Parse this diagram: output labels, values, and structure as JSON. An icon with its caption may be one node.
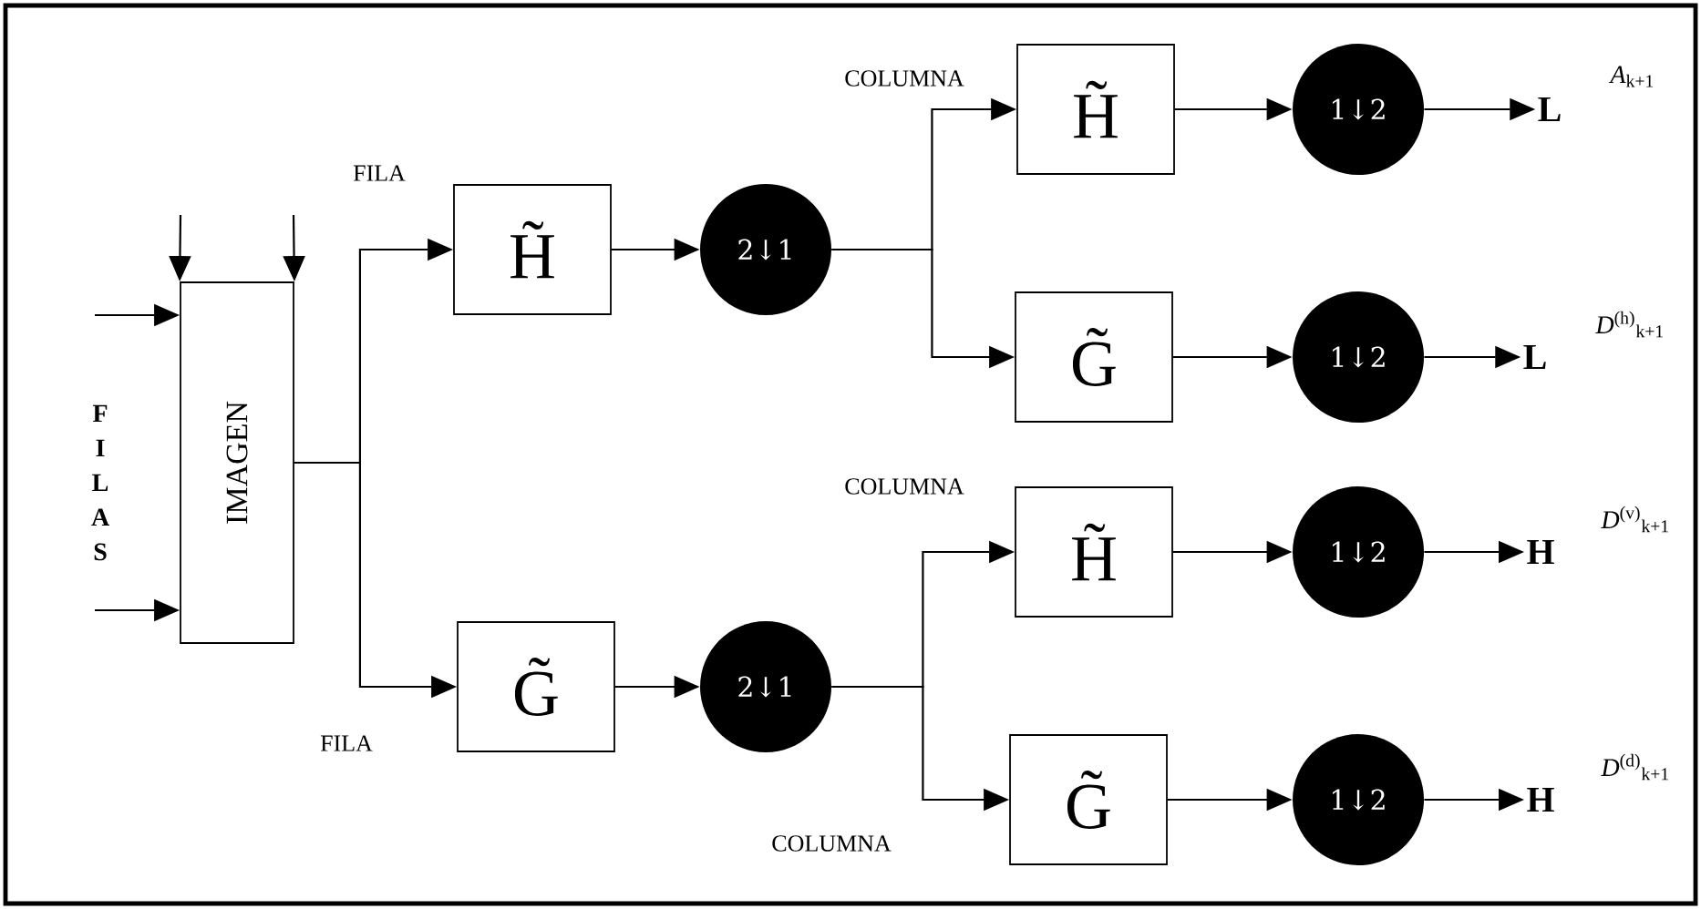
{
  "diagram": {
    "nodes": [
      {
        "text": [
          "IMAGEN"
        ]
      },
      {
        "text": [
          "H̃"
        ]
      },
      {
        "text": [
          "G̃"
        ]
      },
      {
        "text": [
          "2↓1"
        ]
      },
      {
        "text": [
          "2↓1"
        ]
      },
      {
        "text": [
          "H̃"
        ]
      },
      {
        "text": [
          "G̃"
        ]
      },
      {
        "text": [
          "H̃"
        ]
      },
      {
        "text": [
          "G̃"
        ]
      },
      {
        "text": [
          "1↓2"
        ]
      },
      {
        "text": [
          "1↓2"
        ]
      },
      {
        "text": [
          "1↓2"
        ]
      },
      {
        "text": [
          "1↓2"
        ]
      },
      {
        "text": [
          "L"
        ],
        "beside": [
          "*A*$_{k+1}$"
        ]
      },
      {
        "text": [
          "L"
        ],
        "beside": [
          "*D*$^{(h)}$$_{k+1}$"
        ]
      },
      {
        "text": [
          "H"
        ],
        "beside": [
          "*D*$^{(v)}$$_{k+1}$"
        ]
      },
      {
        "text": [
          "H"
        ],
        "beside": [
          "*D*$^{(d)}$$_{k+1}$"
        ]
      }
    ],
    "edges": [
      {
        "from": null,
        "to": 0,
        "arrow": "to"
      },
      {
        "from": null,
        "to": 0,
        "arrow": "to"
      },
      {
        "from": null,
        "to": 0,
        "arrow": "to"
      },
      {
        "from": null,
        "to": 0,
        "arrow": "to"
      },
      {
        "from": 0,
        "to": 1,
        "arrow": "to"
      },
      {
        "from": 0,
        "to": 2,
        "arrow": "to"
      },
      {
        "from": 1,
        "to": 3,
        "arrow": "to"
      },
      {
        "from": 2,
        "to": 4,
        "arrow": "to"
      },
      {
        "from": 3,
        "to": 5,
        "arrow": "to"
      },
      {
        "from": 3,
        "to": 6,
        "arrow": "to"
      },
      {
        "from": 4,
        "to": 7,
        "arrow": "to"
      },
      {
        "from": 4,
        "to": 8,
        "arrow": "to"
      },
      {
        "from": 5,
        "to": 9,
        "arrow": "to"
      },
      {
        "from": 6,
        "to": 10,
        "arrow": "to"
      },
      {
        "from": 7,
        "to": 11,
        "arrow": "to"
      },
      {
        "from": 8,
        "to": 12,
        "arrow": "to"
      },
      {
        "from": 9,
        "to": 13,
        "arrow": "to"
      },
      {
        "from": 10,
        "to": 14,
        "arrow": "to"
      },
      {
        "from": 11,
        "to": 15,
        "arrow": "to"
      },
      {
        "from": 12,
        "to": 16,
        "arrow": "to"
      }
    ],
    "labels": [
      "FILA",
      "F I L A S",
      "FILA",
      "COLUMNA",
      "COLUMNA",
      "COLUMNA"
    ]
  }
}
